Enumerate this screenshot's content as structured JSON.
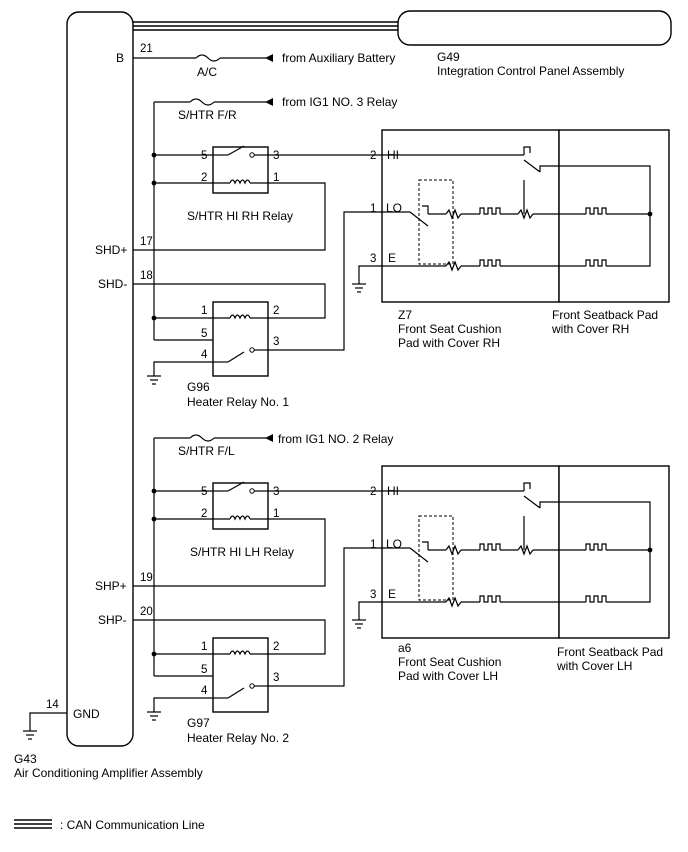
{
  "amplifier": {
    "code": "G43",
    "name": "Air Conditioning Amplifier Assembly",
    "pins": {
      "b": {
        "num": "21",
        "label": "B"
      },
      "shd_plus": {
        "num": "17",
        "label": "SHD+"
      },
      "shd_minus": {
        "num": "18",
        "label": "SHD-"
      },
      "shp_plus": {
        "num": "19",
        "label": "SHP+"
      },
      "shp_minus": {
        "num": "20",
        "label": "SHP-"
      },
      "gnd": {
        "num": "14",
        "label": "GND"
      }
    }
  },
  "panel": {
    "code": "G49",
    "name": "Integration Control Panel Assembly"
  },
  "fuses": {
    "ac": "A/C",
    "htr_fr": "S/HTR F/R",
    "htr_fl": "S/HTR F/L"
  },
  "sources": {
    "aux_battery": "from Auxiliary Battery",
    "ig1_no3": "from IG1 NO. 3 Relay",
    "ig1_no2": "from IG1 NO. 2 Relay"
  },
  "relays": {
    "hi_rh": {
      "name": "S/HTR HI RH Relay",
      "pins": [
        "5",
        "3",
        "2",
        "1"
      ]
    },
    "hi_lh": {
      "name": "S/HTR HI LH Relay",
      "pins": [
        "5",
        "3",
        "2",
        "1"
      ]
    },
    "heater_1": {
      "code": "G96",
      "name": "Heater Relay No. 1",
      "pins": [
        "1",
        "2",
        "5",
        "3",
        "4"
      ]
    },
    "heater_2": {
      "code": "G97",
      "name": "Heater Relay No. 2",
      "pins": [
        "1",
        "2",
        "5",
        "3",
        "4"
      ]
    }
  },
  "seat_rh": {
    "code": "Z7",
    "cushion_line1": "Front Seat Cushion",
    "cushion_line2": "Pad with Cover RH",
    "back_line1": "Front Seatback Pad",
    "back_line2": "with Cover RH",
    "pins": {
      "hi_num": "2",
      "hi": "HI",
      "lo_num": "1",
      "lo": "LO",
      "e_num": "3",
      "e": "E"
    }
  },
  "seat_lh": {
    "code": "a6",
    "cushion_line1": "Front Seat Cushion",
    "cushion_line2": "Pad with Cover LH",
    "back_line1": "Front Seatback Pad",
    "back_line2": "with Cover LH",
    "pins": {
      "hi_num": "2",
      "hi": "HI",
      "lo_num": "1",
      "lo": "LO",
      "e_num": "3",
      "e": "E"
    }
  },
  "legend": {
    "can_line": ": CAN Communication Line"
  }
}
